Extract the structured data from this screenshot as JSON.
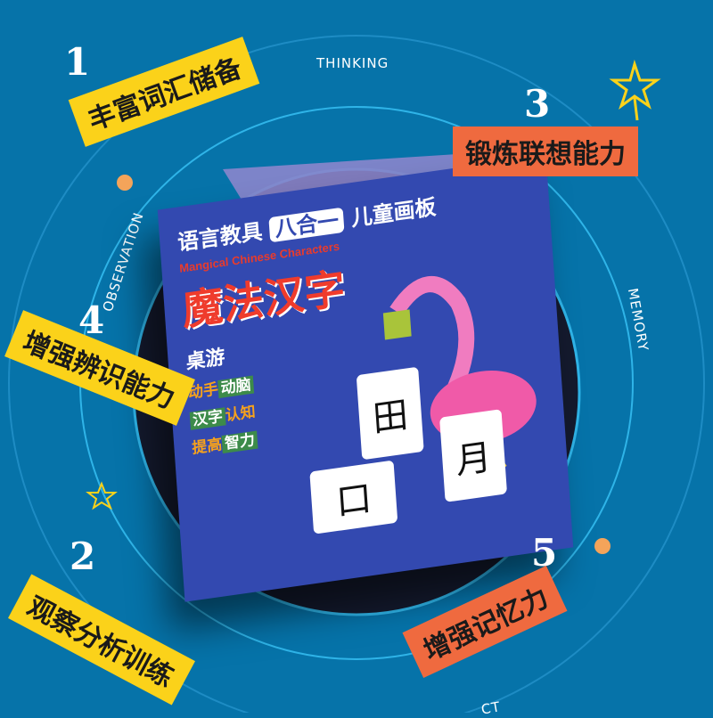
{
  "ring_words": {
    "top": "THINKING",
    "left": "OBSERVATION",
    "right": "MEMORY",
    "bottom": "CT"
  },
  "features": [
    {
      "number": "1",
      "label": "丰富词汇储备",
      "color": "#fbd21a"
    },
    {
      "number": "2",
      "label": "观察分析训练",
      "color": "#fbd21a"
    },
    {
      "number": "3",
      "label": "锻炼联想能力",
      "color": "#ef6a3f"
    },
    {
      "number": "4",
      "label": "增强辨识能力",
      "color": "#fbd21a"
    },
    {
      "number": "5",
      "label": "增强记忆力",
      "color": "#ef6a3f"
    }
  ],
  "box": {
    "title_left": "语言教具",
    "title_pill": "八合一",
    "title_right": "儿童画板",
    "english": "Mangical Chinese Characters",
    "main": "魔法汉字",
    "sub": "桌游",
    "lines": [
      [
        "动手",
        "动脑"
      ],
      [
        "汉字",
        "认知"
      ],
      [
        "提高",
        "智力"
      ]
    ],
    "cards": [
      "田",
      "月",
      "口"
    ]
  },
  "colors": {
    "background": "#0673a9",
    "ring": "#2fb4e8",
    "dot": "#f4a45a",
    "star": "#fbd21a"
  }
}
